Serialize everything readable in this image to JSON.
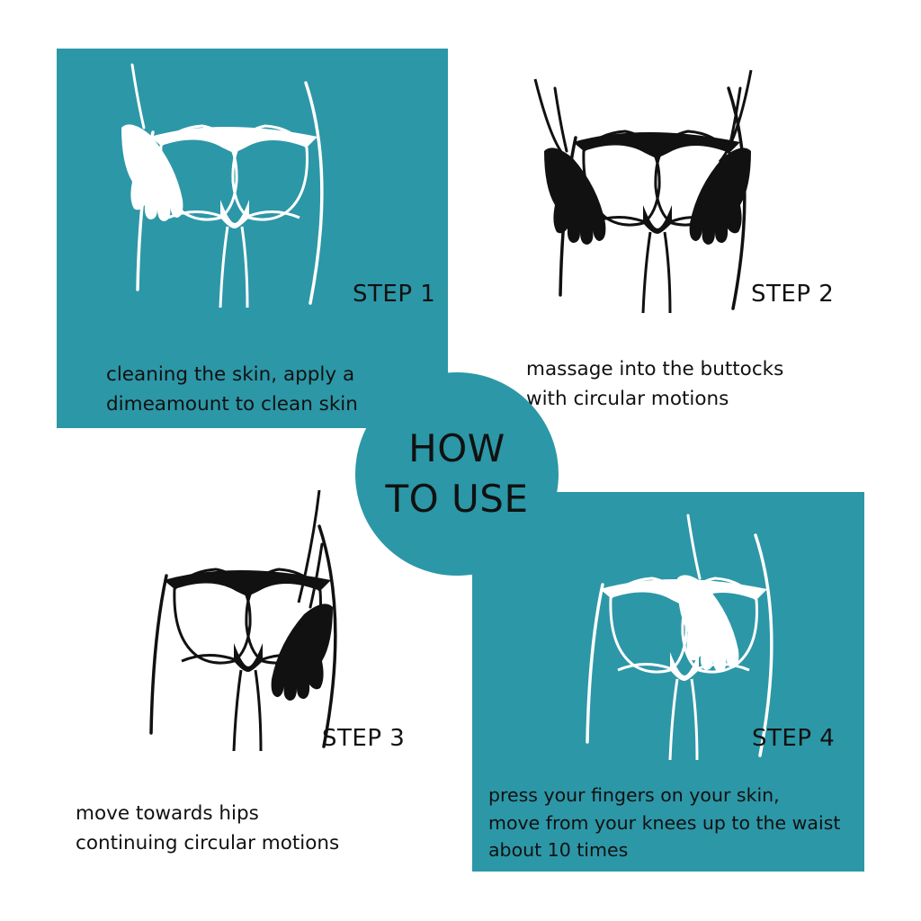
{
  "title": {
    "line1": "HOW",
    "line2": "TO USE"
  },
  "colors": {
    "teal": "#2c97a7",
    "ink": "#111111",
    "white": "#ffffff"
  },
  "steps": [
    {
      "label": "STEP 1",
      "lines": [
        "cleaning the skin, apply a",
        "dimeamount to clean skin"
      ],
      "icon": "buttocks-hand-left-illustration"
    },
    {
      "label": "STEP 2",
      "lines": [
        "massage into the buttocks",
        "with circular motions"
      ],
      "icon": "buttocks-two-hands-illustration"
    },
    {
      "label": "STEP 3",
      "lines": [
        "move towards hips",
        "continuing circular motions"
      ],
      "icon": "buttocks-hand-right-illustration"
    },
    {
      "label": "STEP 4",
      "lines": [
        "press your fingers on your skin,",
        "move from your knees up to the waist",
        "about 10 times"
      ],
      "icon": "buttocks-hand-center-illustration"
    }
  ]
}
